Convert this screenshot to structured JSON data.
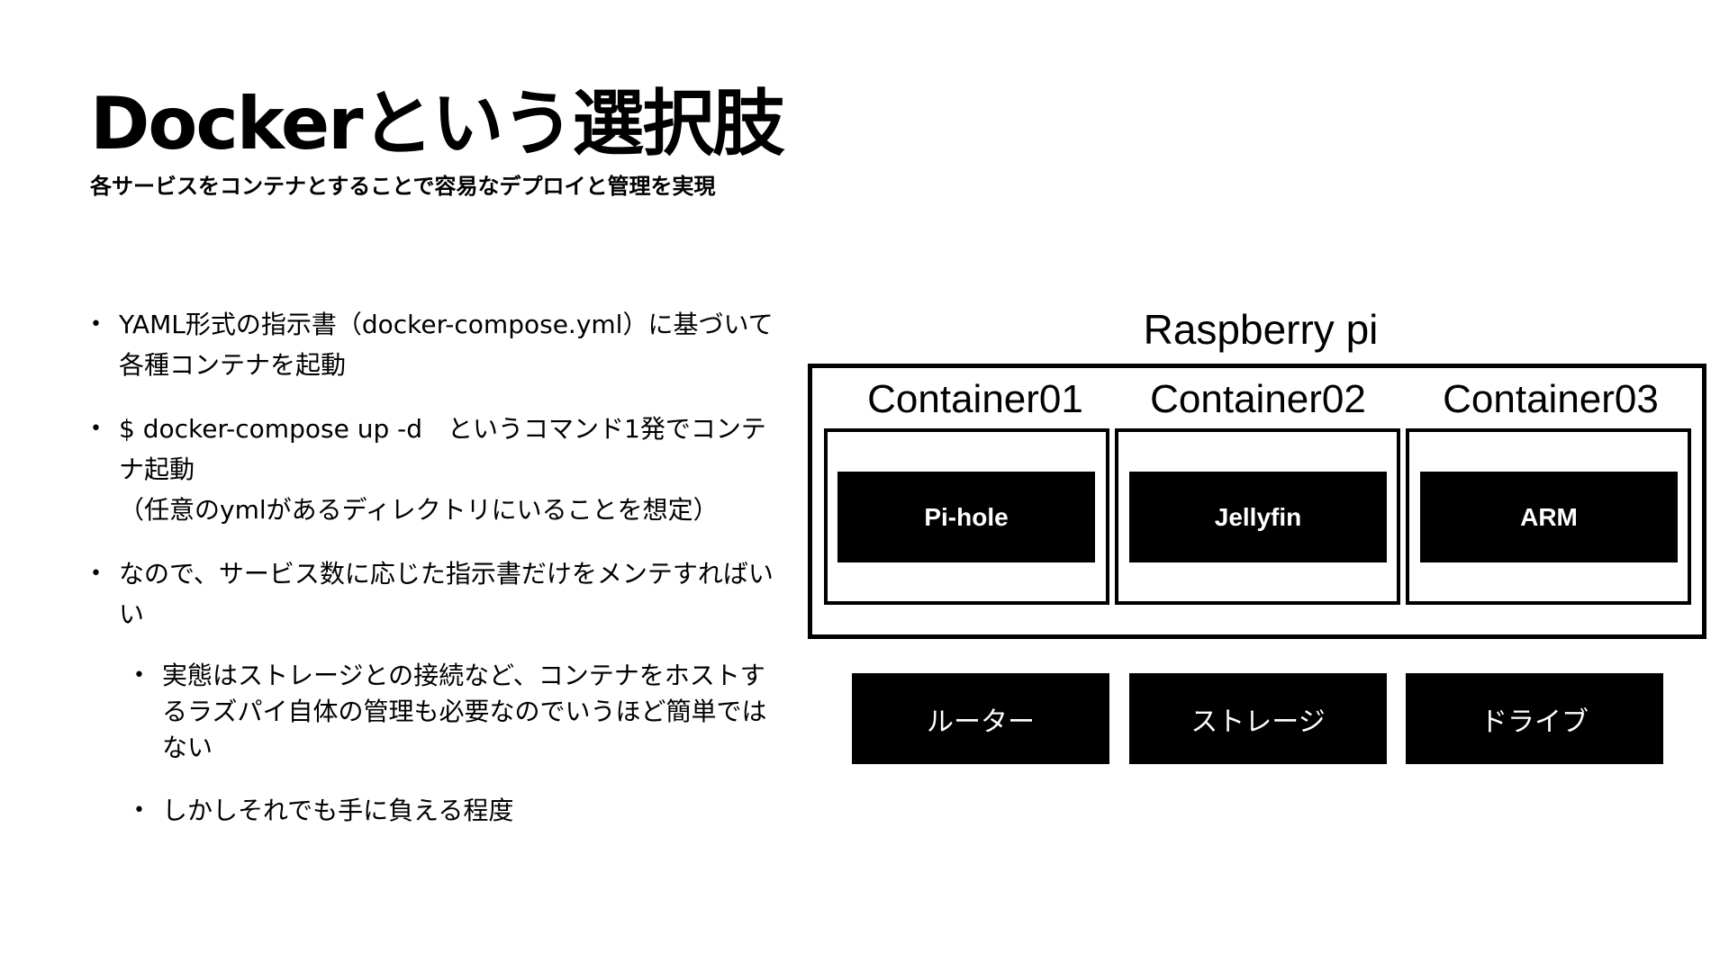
{
  "slide": {
    "title": "Dockerという選択肢",
    "subtitle": "各サービスをコンテナとすることで容易なデプロイと管理を実現"
  },
  "bullets": [
    {
      "text": "YAML形式の指示書（docker-compose.yml）に基づいて各種コンテナを起動"
    },
    {
      "text": "$ docker-compose up -d　というコマンド1発でコンテナ起動",
      "note": "（任意のymlがあるディレクトリにいることを想定）"
    },
    {
      "text": "なので、サービス数に応じた指示書だけをメンテすればいい"
    }
  ],
  "sub_bullets": [
    {
      "text": "実態はストレージとの接続など、コンテナをホストするラズパイ自体の管理も必要なのでいうほど簡単ではない"
    },
    {
      "text": "しかしそれでも手に負える程度"
    }
  ],
  "diagram": {
    "host_label": "Raspberry pi",
    "containers": [
      {
        "label": "Container01",
        "app": "Pi-hole"
      },
      {
        "label": "Container02",
        "app": "Jellyfin"
      },
      {
        "label": "Container03",
        "app": "ARM"
      }
    ],
    "hardware": [
      "ルーター",
      "ストレージ",
      "ドライブ"
    ]
  }
}
